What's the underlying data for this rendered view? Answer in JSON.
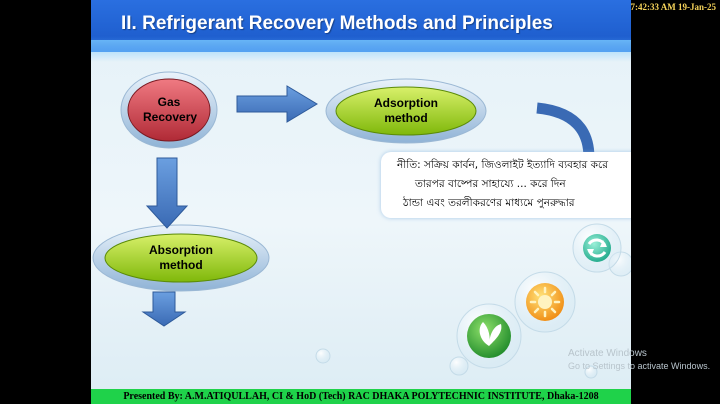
{
  "timestamp": "7:42:33 AM 19-Jan-25",
  "slide": {
    "title": "II. Refrigerant Recovery Methods and Principles",
    "nodes": {
      "gas_recovery": "Gas Recovery",
      "adsorption": "Adsorption method",
      "absorption": "Absorption method"
    },
    "principle_lines": [
      "নীতি: সক্রিয় কার্বন, জিওলাইট ইত্যাদি ব্যবহার করে",
      "তারপর বাষ্পের সাহায্যে ... করে দিন",
      "ঠান্ডা এবং তরলীকরণের মাধ্যমে পুনরুদ্ধার"
    ],
    "footer": "Presented By: A.M.ATIQULLAH, CI & HoD (Tech) RAC DHAKA POLYTECHNIC INSTITUTE, Dhaka-1208"
  },
  "watermark": {
    "line1": "Activate Windows",
    "line2": "Go to Settings to activate Windows."
  },
  "icons": [
    "recycle-icon",
    "sun-icon",
    "leaf-icon"
  ],
  "colors": {
    "title_bar": "#2a6fe0",
    "footer": "#1fd24a",
    "oval_green": "#a6d81a",
    "oval_red": "#c8404a",
    "arrow_blue": "#4a7fc8"
  }
}
